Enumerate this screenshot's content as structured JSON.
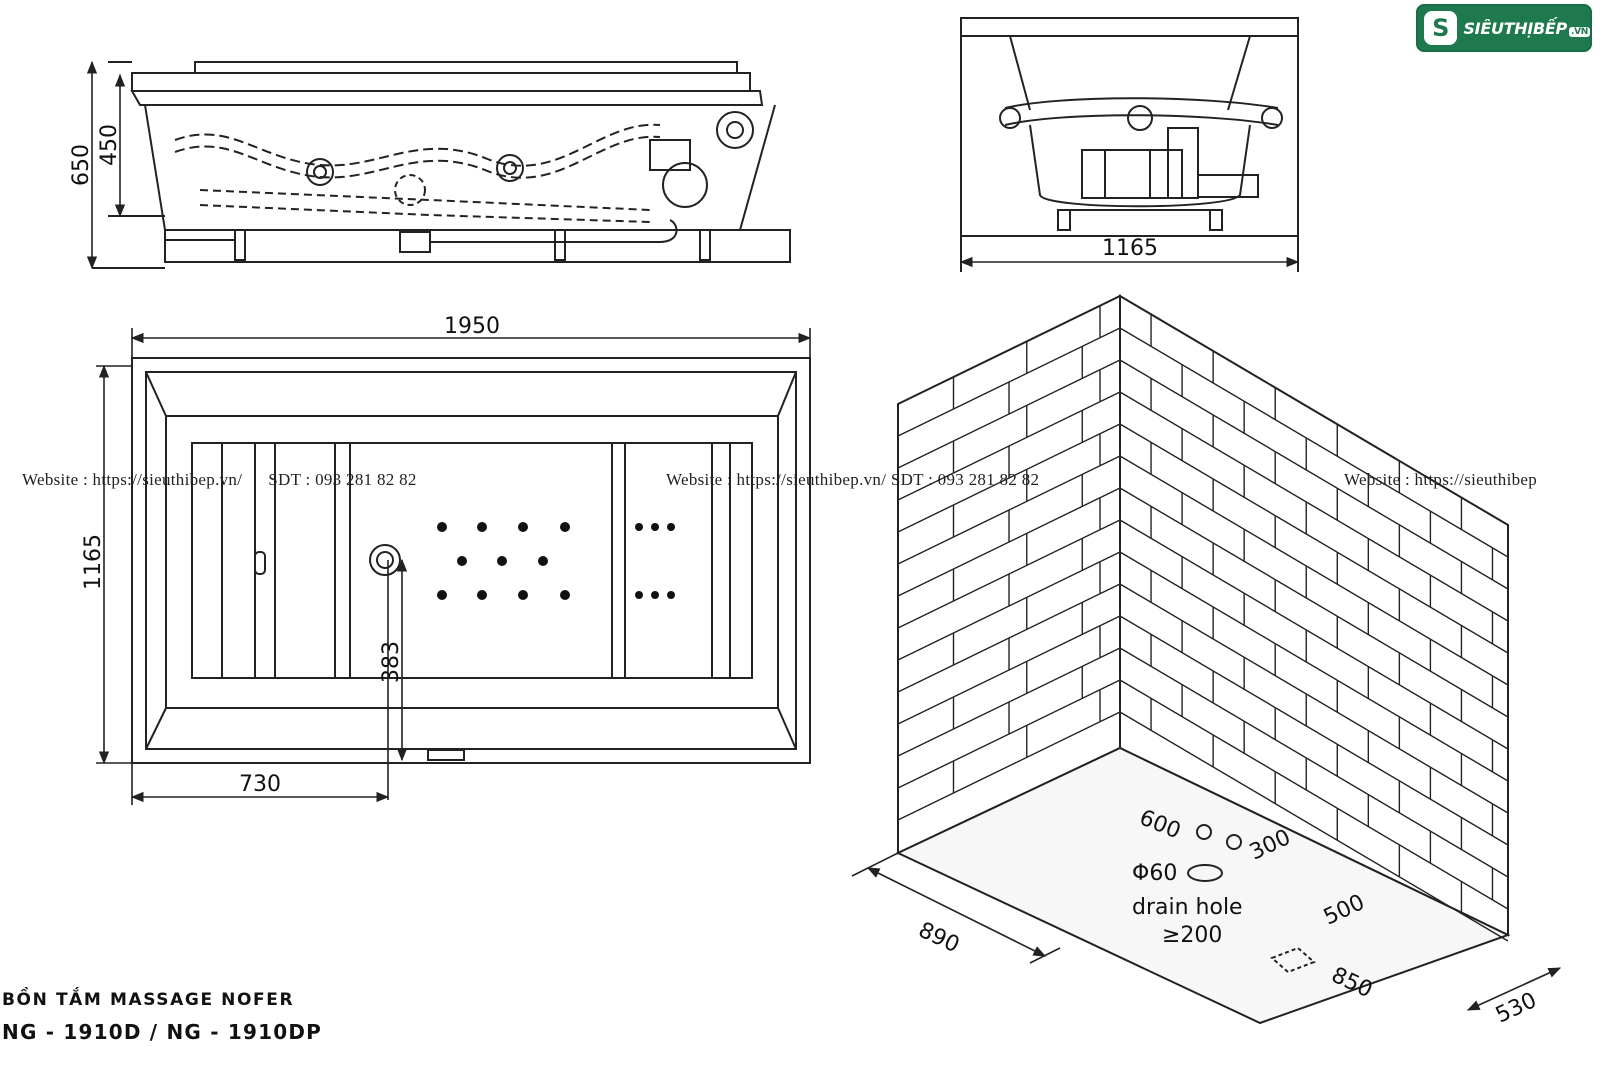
{
  "logo": {
    "brand": "SIÊUTHỊBẾP",
    "tld": ".VN"
  },
  "watermarks": [
    {
      "website": "Website : https://sieuthibep.vn/",
      "phone": "SDT : 093 281 82 82"
    },
    {
      "website": "Website : https://sieuthibep.vn/",
      "phone": "SDT : 093 281 82 82"
    },
    {
      "website": "Website : https://sieuthibep"
    }
  ],
  "caption": {
    "line1": "BỒN TẮM MASSAGE NOFER",
    "line2": "NG - 1910D / NG - 1910DP"
  },
  "dimensions": {
    "side_total_height": "650",
    "side_tub_height": "450",
    "end_width": "1165",
    "plan_length": "1950",
    "plan_width": "1165",
    "plan_drain_offset": "730",
    "plan_drain_depth": "383"
  },
  "install": {
    "d600": "600",
    "d300": "300",
    "drain_diameter": "Φ60",
    "drain_label": "drain hole",
    "drain_min": "≥200",
    "d500": "500",
    "d850": "850",
    "d890": "890",
    "d530": "530"
  },
  "colors": {
    "line": "#222222",
    "logo_green": "#1e7a4e"
  }
}
